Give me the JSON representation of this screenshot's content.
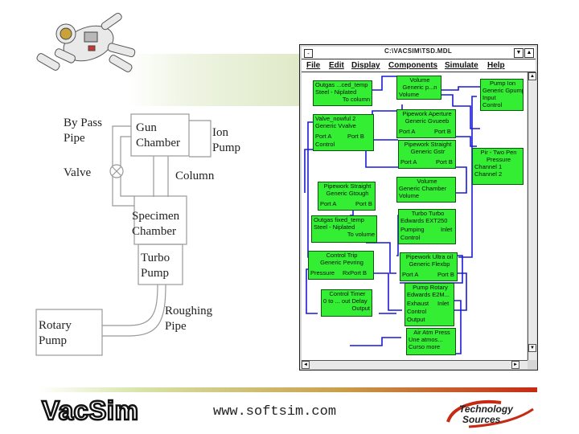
{
  "schematic": {
    "labels": {
      "bypass": "By Pass\nPipe",
      "gun": "Gun\nChamber",
      "ion": "Ion\nPump",
      "valve": "Valve",
      "column": "Column",
      "specimen": "Specimen\nChamber",
      "turbo": "Turbo\nPump",
      "roughing": "Roughing\nPipe",
      "rotary": "Rotary\nPump"
    }
  },
  "window": {
    "title": "C:\\VACSIM\\TSD.MDL",
    "sys_button": "-",
    "minimize": "▼",
    "maximize": "▲",
    "menu": [
      "File",
      "Edit",
      "Display",
      "Components",
      "Simulate",
      "Help"
    ]
  },
  "components": [
    {
      "lines": [
        "Outgas ...ced_temp",
        "Steel - Niplated",
        "To column"
      ]
    },
    {
      "lines": [
        "Volume",
        "Generic p...n",
        "Volume"
      ]
    },
    {
      "lines": [
        "Pump Ion",
        "Generic Gpump",
        "Input",
        "Control"
      ]
    },
    {
      "lines": [
        "Valve_nowful 2",
        "Generic Vvalve"
      ],
      "ports": [
        "Port A",
        "Port B",
        "Control"
      ]
    },
    {
      "lines": [
        "Pipework Aperture",
        "Generic Gvueeb"
      ],
      "ports": [
        "Port A",
        "Port B"
      ]
    },
    {
      "lines": [
        "Pipework Straight",
        "Generic Gstr"
      ],
      "ports": [
        "Port A",
        "Port B"
      ]
    },
    {
      "lines": [
        "Pir - Two Pen",
        "Pressure",
        "Channel 1",
        "Channel 2"
      ]
    },
    {
      "lines": [
        "Pipework Straight",
        "Generic Gtough"
      ],
      "ports": [
        "Port A",
        "Port B"
      ]
    },
    {
      "lines": [
        "Volume",
        "Generic Chamber",
        "Volume"
      ]
    },
    {
      "lines": [
        "Outgas fixed_temp",
        "Steel - Niplated",
        "To volume"
      ]
    },
    {
      "lines": [
        "Turbo Turbo",
        "Edwards EXT250"
      ],
      "ports": [
        "Pumping",
        "Inlet",
        "Control"
      ]
    },
    {
      "lines": [
        "Control Trip",
        "Generic Pevring"
      ],
      "ports": [
        "Pressure",
        "RxPort B"
      ]
    },
    {
      "lines": [
        "Pipework Ultra oil",
        "Generic Flexbp"
      ],
      "ports": [
        "Port A",
        "Port B"
      ]
    },
    {
      "lines": [
        "Control Timer",
        "0 to ... out Delay",
        "Output"
      ]
    },
    {
      "lines": [
        "Pump Rotary",
        "Edwards E2M..."
      ],
      "ports": [
        "Exhaust",
        "Inlet",
        "Control",
        "Output"
      ]
    },
    {
      "lines": [
        "Air Atm Press",
        "Une atmos...",
        "Curso more"
      ]
    }
  ],
  "footer": {
    "logo_text": "VacSim",
    "url": "www.softsim.com",
    "company_line1": "Technology",
    "company_line2": "Sources"
  },
  "colors": {
    "component_fill": "#33ee33",
    "wire": "#1a1ad8",
    "accent_bar_end": "#c62a14"
  }
}
